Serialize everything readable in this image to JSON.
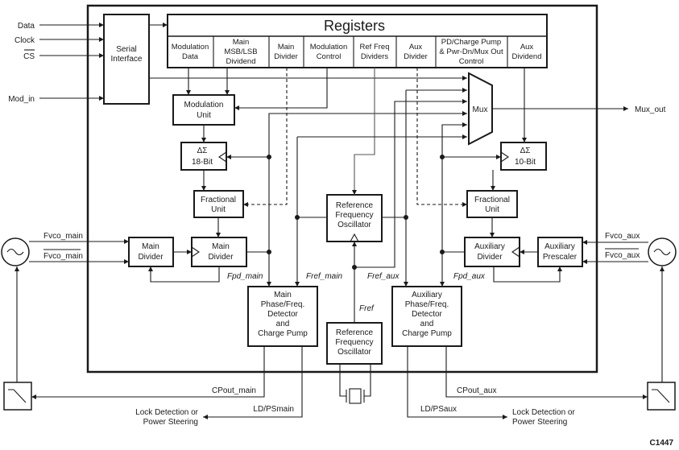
{
  "diagram": {
    "code": "C1447",
    "inputs": {
      "data": "Data",
      "clock": "Clock",
      "cs": "CS",
      "mod_in": "Mod_in"
    },
    "serial_interface": [
      "Serial",
      "Interface"
    ],
    "registers": {
      "title": "Registers",
      "cells": [
        {
          "lines": [
            "Modulation",
            "Data"
          ]
        },
        {
          "lines": [
            "Main",
            "MSB/LSB",
            "Dividend"
          ]
        },
        {
          "lines": [
            "Main",
            "Divider"
          ]
        },
        {
          "lines": [
            "Modulation",
            "Control"
          ]
        },
        {
          "lines": [
            "Ref Freq",
            "Dividers"
          ]
        },
        {
          "lines": [
            "Aux",
            "Divider"
          ]
        },
        {
          "lines": [
            "PD/Charge Pump",
            "& Pwr-Dn/Mux Out",
            "Control"
          ]
        },
        {
          "lines": [
            "Aux",
            "Dividend"
          ]
        }
      ]
    },
    "blocks": {
      "modulation_unit": [
        "Modulation",
        "Unit"
      ],
      "ds_main": [
        "ΔΣ",
        "18-Bit"
      ],
      "ds_aux": [
        "ΔΣ",
        "10-Bit"
      ],
      "frac_main": [
        "Fractional",
        "Unit"
      ],
      "frac_aux": [
        "Fractional",
        "Unit"
      ],
      "main_prescaler": [
        "Main",
        "Divider"
      ],
      "main_divider": [
        "Main",
        "Divider"
      ],
      "aux_divider": [
        "Auxiliary",
        "Divider"
      ],
      "aux_prescaler": [
        "Auxiliary",
        "Prescaler"
      ],
      "ref_osc_top": [
        "Reference",
        "Frequency",
        "Oscillator"
      ],
      "ref_osc_bottom": [
        "Reference",
        "Frequency",
        "Oscillator"
      ],
      "main_pfd": [
        "Main",
        "Phase/Freq.",
        "Detector",
        "and",
        "Charge Pump"
      ],
      "aux_pfd": [
        "Auxiliary",
        "Phase/Freq.",
        "Detector",
        "and",
        "Charge Pump"
      ],
      "mux": "Mux"
    },
    "signals": {
      "fvco_main": "Fvco_main",
      "fvco_main_bar": "Fvco_main",
      "fvco_aux": "Fvco_aux",
      "fvco_aux_bar": "Fvco_aux",
      "fpd_main": "Fpd_main",
      "fref_main": "Fref_main",
      "fref_aux": "Fref_aux",
      "fpd_aux": "Fpd_aux",
      "fref": "Fref",
      "mux_out": "Mux_out",
      "cpout_main": "CPout_main",
      "cpout_aux": "CPout_aux",
      "ld_main": "LD/PSmain",
      "ld_aux": "LD/PSaux",
      "lock_main": [
        "Lock Detection or",
        "Power Steering"
      ],
      "lock_aux": [
        "Lock Detection or",
        "Power Steering"
      ]
    }
  }
}
